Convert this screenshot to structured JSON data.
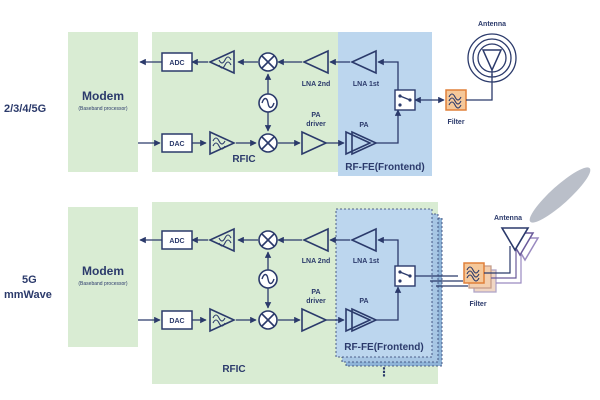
{
  "top": {
    "row_label": "2/3/4/5G",
    "modem_title": "Modem",
    "modem_sub": "(Baseband processor)",
    "adc": "ADC",
    "dac": "DAC",
    "lna2": "LNA 2nd",
    "lna1": "LNA 1st",
    "pa_driver_1": "PA",
    "pa_driver_2": "driver",
    "pa": "PA",
    "rfic": "RFIC",
    "rffe": "RF-FE(Frontend)",
    "filter": "Filter",
    "antenna": "Antenna"
  },
  "bottom": {
    "row_label_1": "5G",
    "row_label_2": "mmWave",
    "modem_title": "Modem",
    "modem_sub": "(Baseband processor)",
    "adc": "ADC",
    "dac": "DAC",
    "lna2": "LNA 2nd",
    "lna1": "LNA 1st",
    "pa_driver_1": "PA",
    "pa_driver_2": "driver",
    "pa": "PA",
    "rfic": "RFIC",
    "rffe": "RF-FE(Frontend)",
    "filter": "Filter",
    "antenna": "Antenna",
    "ellipsis": "⋮"
  },
  "colors": {
    "green": "#d9ecd3",
    "blue": "#bcd6ee",
    "navy": "#2b3a6b",
    "filter_fill": "#f5c89a",
    "filter_stroke": "#e0803a"
  }
}
